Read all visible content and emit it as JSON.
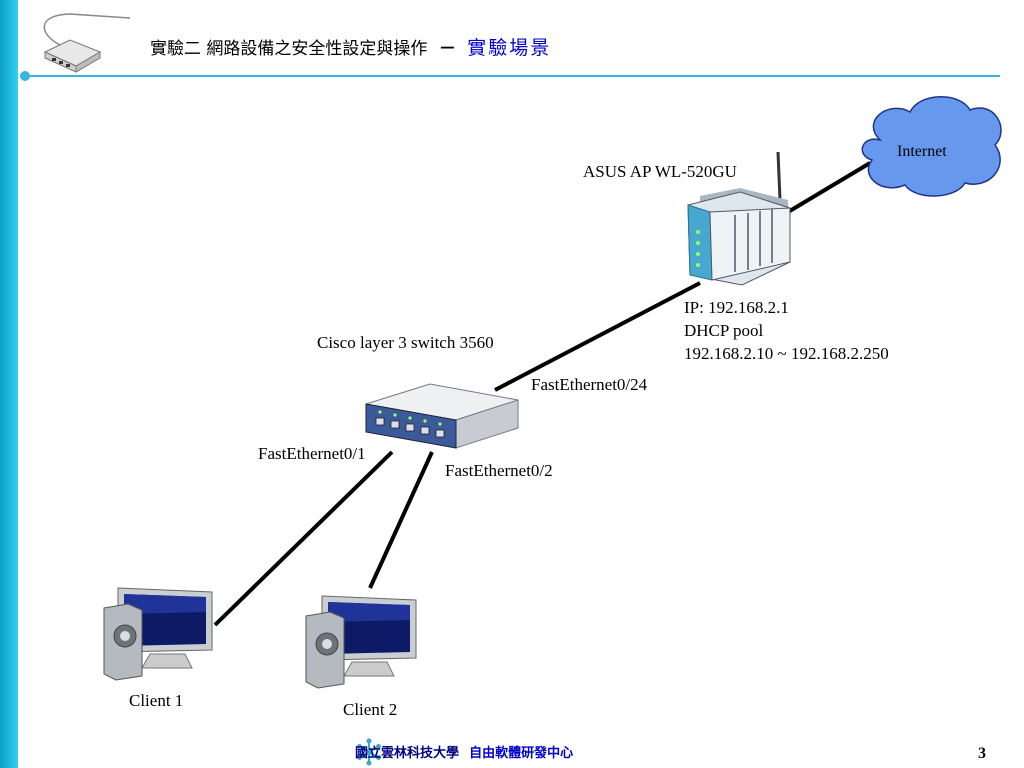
{
  "header": {
    "title": "實驗二 網路設備之安全性設定與操作",
    "separator": "－",
    "subtitle": "實驗場景"
  },
  "diagram": {
    "internet_label": "Internet",
    "ap_label": "ASUS AP WL-520GU",
    "ap_ip": "IP: 192.168.2.1",
    "ap_dhcp": "DHCP pool",
    "ap_pool_range": "192.168.2.10 ~ 192.168.2.250",
    "switch_label": "Cisco layer 3 switch 3560",
    "port_uplink": "FastEthernet0/24",
    "port_client1": "FastEthernet0/1",
    "port_client2": "FastEthernet0/2",
    "client1_label": "Client 1",
    "client2_label": "Client 2"
  },
  "footer": {
    "school": "國立雲林科技大學",
    "center": "自由軟體研發中心",
    "page_number": "3"
  },
  "colors": {
    "accent": "#33b8e0",
    "cloud_fill": "#6699ee",
    "title_blue": "#0000cc"
  }
}
